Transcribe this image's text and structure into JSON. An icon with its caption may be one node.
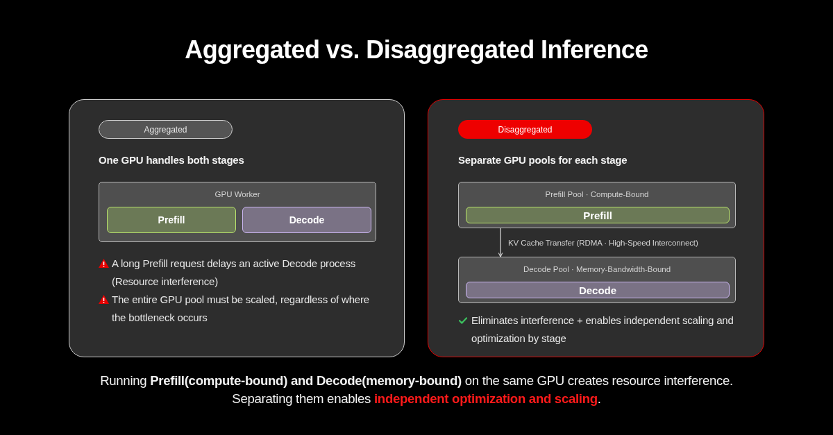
{
  "diagram": {
    "title": "Aggregated vs. Disaggregated Inference",
    "caption": "Running **Prefill(compute-bound) and Decode(memory-bound)** on the same GPU creates resource interference. Separating them enables **independent optimization and scaling**.",
    "nodes": [
      {
        "text": [
          "One GPU handles both stages",
          "A long Prefill request delays an active Decode process (Resource interference)",
          "The entire GPU pool must be scaled, regardless of where the bottleneck occurs"
        ]
      },
      {
        "text": [
          "Aggregated"
        ],
        "in": 0
      },
      {
        "text": [
          "GPU Worker"
        ],
        "in": 0
      },
      {
        "text": [
          "Prefill"
        ],
        "in": 2
      },
      {
        "text": [
          "Decode"
        ],
        "in": 2
      },
      {
        "text": [
          "Separate GPU pools for each stage",
          "Eliminates interference + enables independent scaling and optimization by stage"
        ]
      },
      {
        "text": [
          "Disaggregated"
        ],
        "in": 5
      },
      {
        "text": [
          "Prefill Pool · Compute-Bound"
        ],
        "in": 5
      },
      {
        "text": [
          "Prefill"
        ],
        "in": 7
      },
      {
        "text": [
          "Decode Pool · Memory-Bandwidth-Bound"
        ],
        "in": 5
      },
      {
        "text": [
          "Decode"
        ],
        "in": 9
      }
    ],
    "edges": [
      {
        "from": 7,
        "to": 9,
        "arrow": "to",
        "label": "KV Cache Transfer (RDMA · High-Speed Interconnect)"
      }
    ]
  }
}
